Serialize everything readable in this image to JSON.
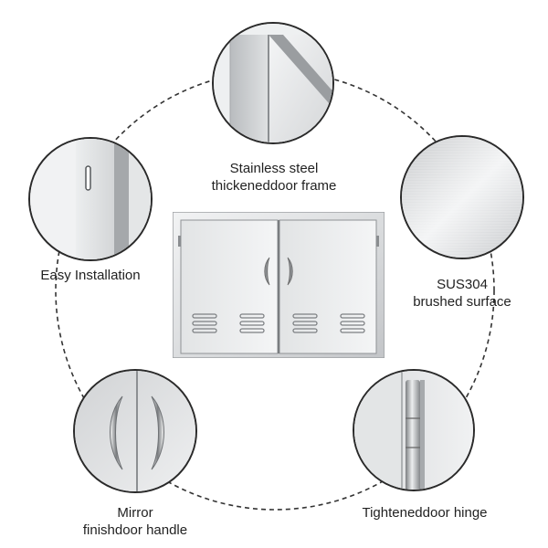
{
  "features": [
    {
      "key": "frame",
      "line1": "Stainless steel",
      "line2": "thickeneddoor frame"
    },
    {
      "key": "surface",
      "line1": "SUS304",
      "line2": "brushed surface"
    },
    {
      "key": "hinge",
      "line1": "Tighteneddoor hinge",
      "line2": ""
    },
    {
      "key": "handle",
      "line1": "Mirror",
      "line2": "finishdoor handle"
    },
    {
      "key": "install",
      "line1": "Easy Installation",
      "line2": ""
    }
  ],
  "colors": {
    "steel_light": "#eeeff0",
    "steel_mid": "#c9cbcd",
    "steel_dark": "#8d9093",
    "outline": "#2a2a2a"
  }
}
